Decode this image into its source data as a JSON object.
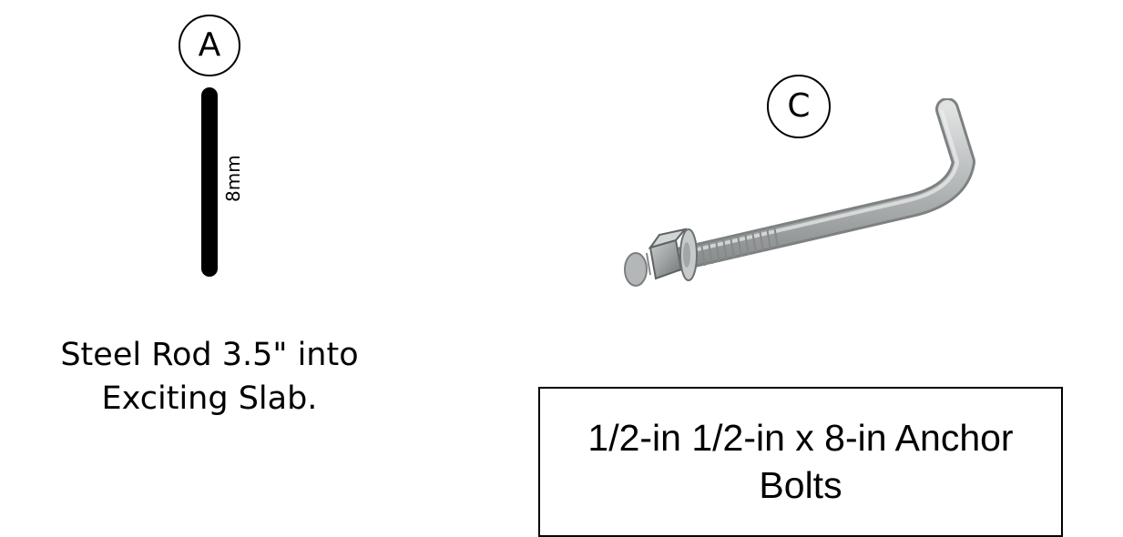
{
  "item_a": {
    "label": "A",
    "dimension": "8mm",
    "caption_lines": [
      "Steel Rod 3.5\" into",
      "Exciting Slab."
    ]
  },
  "item_c": {
    "label": "C",
    "caption_lines": [
      "1/2-in 1/2-in x 8-in Anchor",
      "Bolts"
    ]
  },
  "colors": {
    "ink": "#000000",
    "galvanized_light": "#d3d6d6",
    "galvanized_mid": "#a9adae",
    "galvanized_dark": "#7b7f80"
  }
}
